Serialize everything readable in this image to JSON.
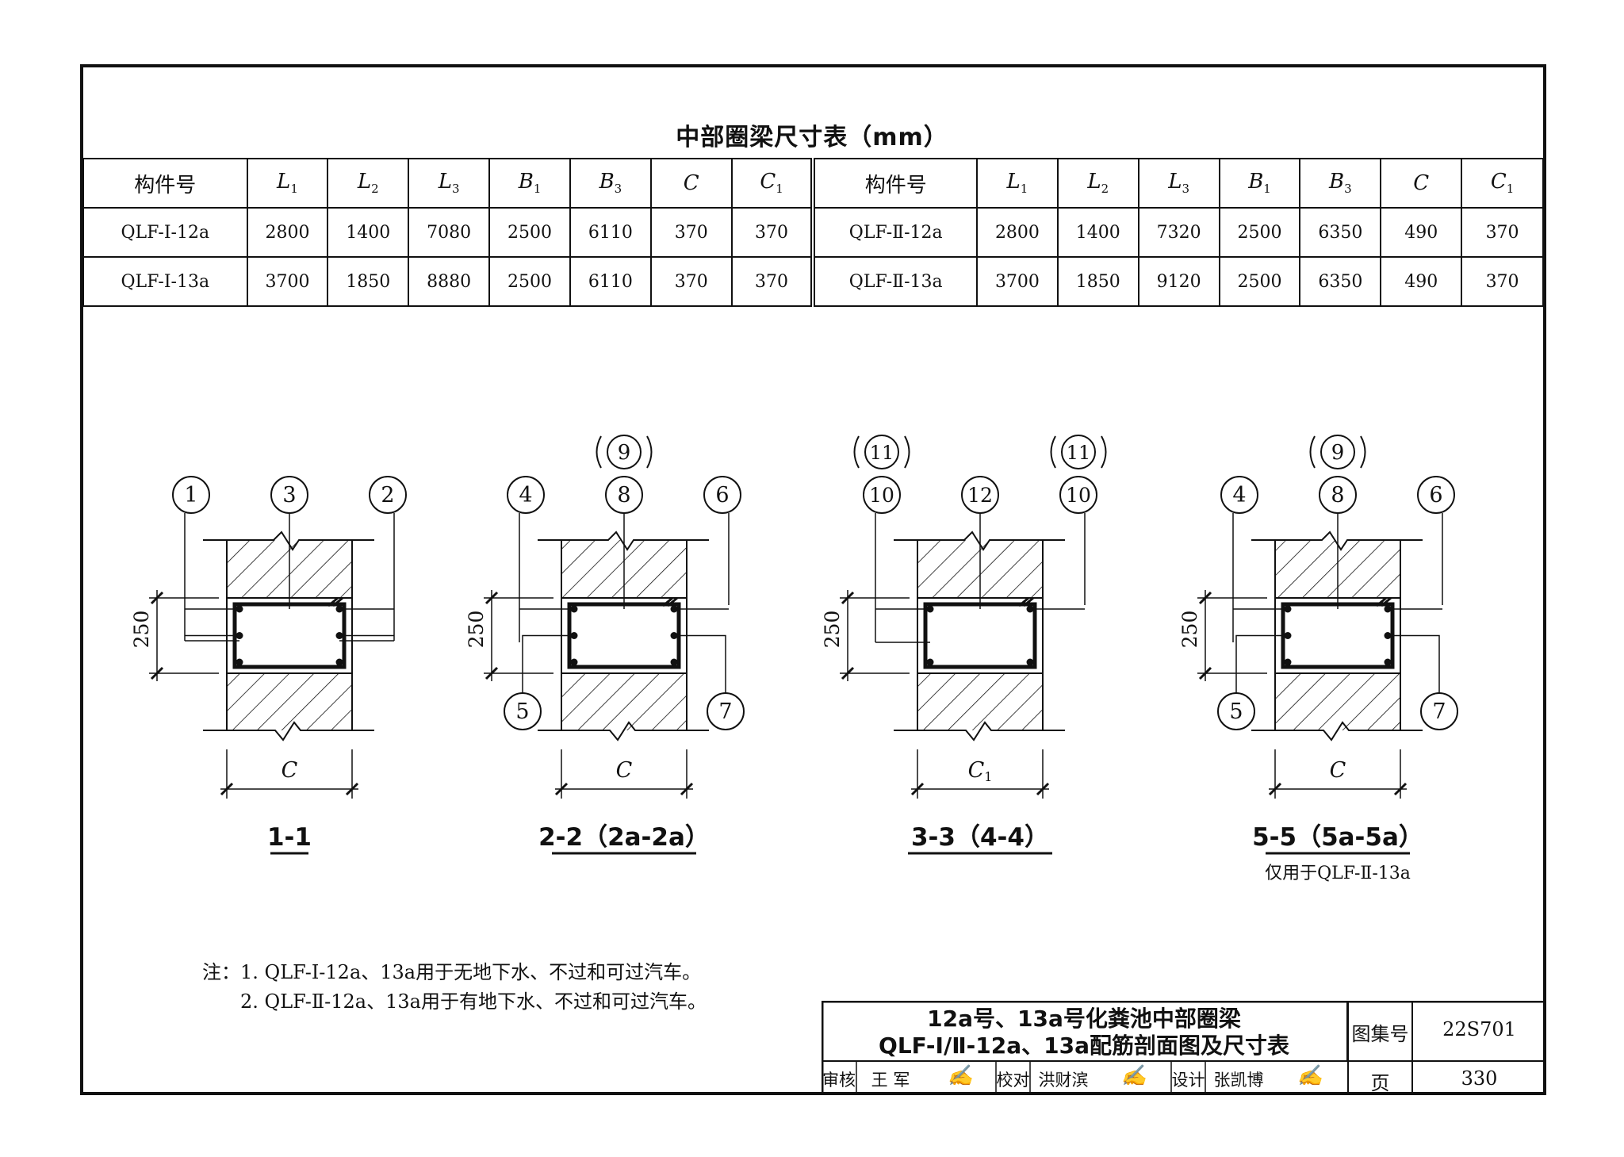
{
  "table": {
    "title": "中部圈梁尺寸表（mm）",
    "left_headers": [
      "构件号",
      "L1",
      "L2",
      "L3",
      "B1",
      "B3",
      "C",
      "C1"
    ],
    "right_headers": [
      "构件号",
      "L1",
      "L2",
      "L3",
      "B1",
      "B3",
      "C",
      "C1"
    ],
    "left_rows": [
      [
        "QLF-Ⅰ-12a",
        "2800",
        "1400",
        "7080",
        "2500",
        "6110",
        "370",
        "370"
      ],
      [
        "QLF-Ⅰ-13a",
        "3700",
        "1850",
        "8880",
        "2500",
        "6110",
        "370",
        "370"
      ]
    ],
    "right_rows": [
      [
        "QLF-Ⅱ-12a",
        "2800",
        "1400",
        "7320",
        "2500",
        "6350",
        "490",
        "370"
      ],
      [
        "QLF-Ⅱ-13a",
        "3700",
        "1850",
        "9120",
        "2500",
        "6350",
        "490",
        "370"
      ]
    ]
  },
  "sections": [
    {
      "label": "1-1",
      "dim_height": "250",
      "dim_width": "C",
      "top_markers": [
        "1",
        "3",
        "2"
      ],
      "upper_markers": [],
      "bottom_markers": []
    },
    {
      "label": "2-2（2a-2a）",
      "dim_height": "250",
      "dim_width": "C",
      "top_markers": [
        "4",
        "8",
        "6"
      ],
      "upper_markers": [
        "(9)"
      ],
      "bottom_markers": [
        "5",
        "7"
      ]
    },
    {
      "label": "3-3（4-4）",
      "dim_height": "250",
      "dim_width": "C1",
      "top_markers": [
        "10",
        "12",
        "10"
      ],
      "upper_markers": [
        "(11)",
        "(11)"
      ],
      "bottom_markers": []
    },
    {
      "label": "5-5（5a-5a）",
      "dim_height": "250",
      "dim_width": "C",
      "top_markers": [
        "4",
        "8",
        "6"
      ],
      "upper_markers": [
        "(9)"
      ],
      "bottom_markers": [
        "5",
        "7"
      ],
      "sub_label": "仅用于QLF-Ⅱ-13a"
    }
  ],
  "notes": {
    "prefix": "注：",
    "items": [
      "1.  QLF-Ⅰ-12a、13a用于无地下水、不过和可过汽车。",
      "2.  QLF-Ⅱ-12a、13a用于有地下水、不过和可过汽车。"
    ]
  },
  "title_block": {
    "title_line1": "12a号、13a号化粪池中部圈梁",
    "title_line2": "QLF-Ⅰ/Ⅱ-12a、13a配筋剖面图及尺寸表",
    "atlas_label": "图集号",
    "atlas_no": "22S701",
    "page_label": "页",
    "page_no": "330",
    "review_label": "审核",
    "reviewer": "王 军",
    "check_label": "校对",
    "checker": "洪财滨",
    "design_label": "设计",
    "designer": "张凯博"
  }
}
